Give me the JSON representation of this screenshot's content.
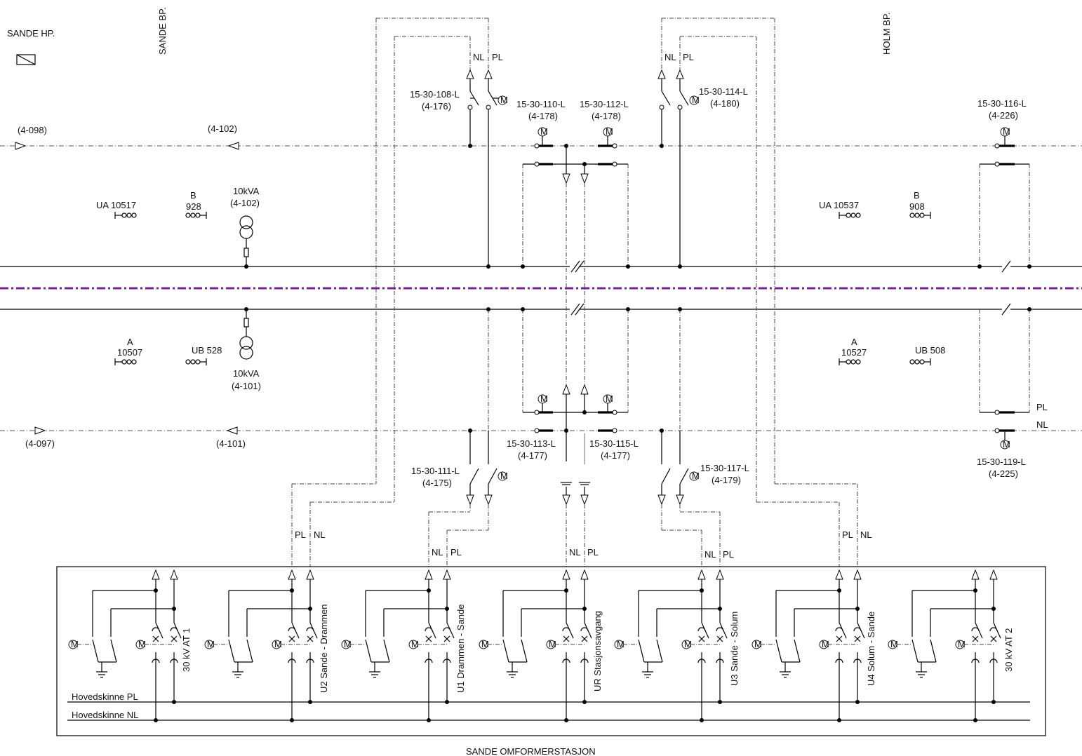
{
  "labels": {
    "sande_hp": "SANDE HP.",
    "sande_bp": "SANDE BP.",
    "holm_bp": "HOLM BP.",
    "station": "SANDE OMFORMERSTASJON",
    "bus_pl": "Hovedskinne PL",
    "bus_nl": "Hovedskinne NL",
    "ref_4098": "(4-098)",
    "ref_4102_top": "(4-102)",
    "ref_4097": "(4-097)",
    "ref_4101_bot": "(4-101)",
    "ua10517": "UA 10517",
    "ub_b_top": "B",
    "n928": "928",
    "tr_top_rating": "10kVA",
    "tr_top_ref": "(4-102)",
    "ua10537": "UA 10537",
    "b_right": "B",
    "n908": "908",
    "a_left": "A",
    "n10507": "10507",
    "ub528": "UB 528",
    "tr_bot_rating": "10kVA",
    "tr_bot_ref": "(4-101)",
    "a_right": "A",
    "n10527": "10527",
    "ub508": "UB 508",
    "sw108": "15-30-108-L",
    "sw108ref": "(4-176)",
    "sw110": "15-30-110-L",
    "sw110ref": "(4-178)",
    "sw112": "15-30-112-L",
    "sw112ref": "(4-178)",
    "sw114": "15-30-114-L",
    "sw114ref": "(4-180)",
    "sw116": "15-30-116-L",
    "sw116ref": "(4-226)",
    "sw111": "15-30-111-L",
    "sw111ref": "(4-175)",
    "sw113": "15-30-113-L",
    "sw113ref": "(4-177)",
    "sw115": "15-30-115-L",
    "sw115ref": "(4-177)",
    "sw117": "15-30-117-L",
    "sw117ref": "(4-179)",
    "sw119": "15-30-119-L",
    "sw119ref": "(4-225)",
    "nl": "NL",
    "pl": "PL",
    "motor": "M",
    "feeders": [
      "30 kV AT 1",
      "U2 Sande - Drammen",
      "U1 Drammen - Sande",
      "UR Stasjonsavgang",
      "U3 Sande - Solum",
      "U4 Solum - Sande",
      "30 kV AT 2"
    ]
  },
  "colors": {
    "line": "#000000",
    "track_separator": "#7a1fa2"
  }
}
